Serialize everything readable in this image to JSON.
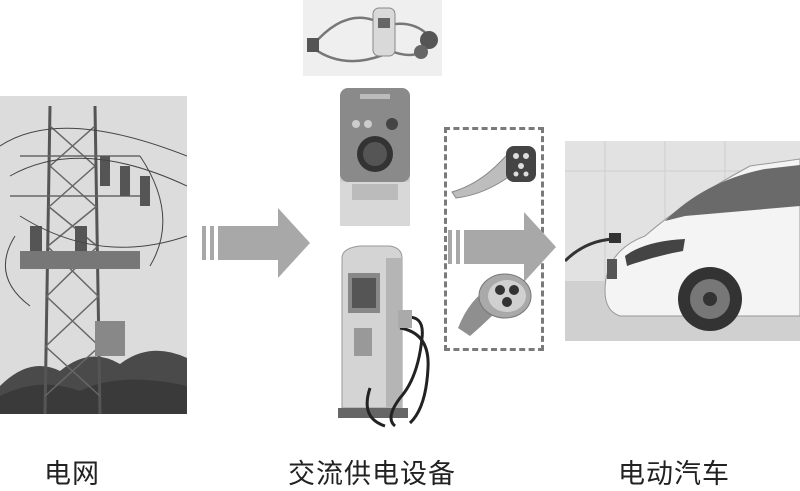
{
  "labels": {
    "grid": "电网",
    "ac_supply": "交流供电设备",
    "ev": "电动汽车"
  },
  "images": {
    "grid": "power-transmission-tower",
    "cable": "portable-charging-cable",
    "wallbox": "wall-mounted-charger",
    "plug_top": "charging-plug-connector",
    "plug_bottom": "charging-socket-connector",
    "pile": "floor-standing-charging-pile",
    "ev": "electric-car-charging"
  },
  "colors": {
    "arrow": "#a8a8a8",
    "dashed_box": "#7a7a7a",
    "text": "#222222"
  }
}
